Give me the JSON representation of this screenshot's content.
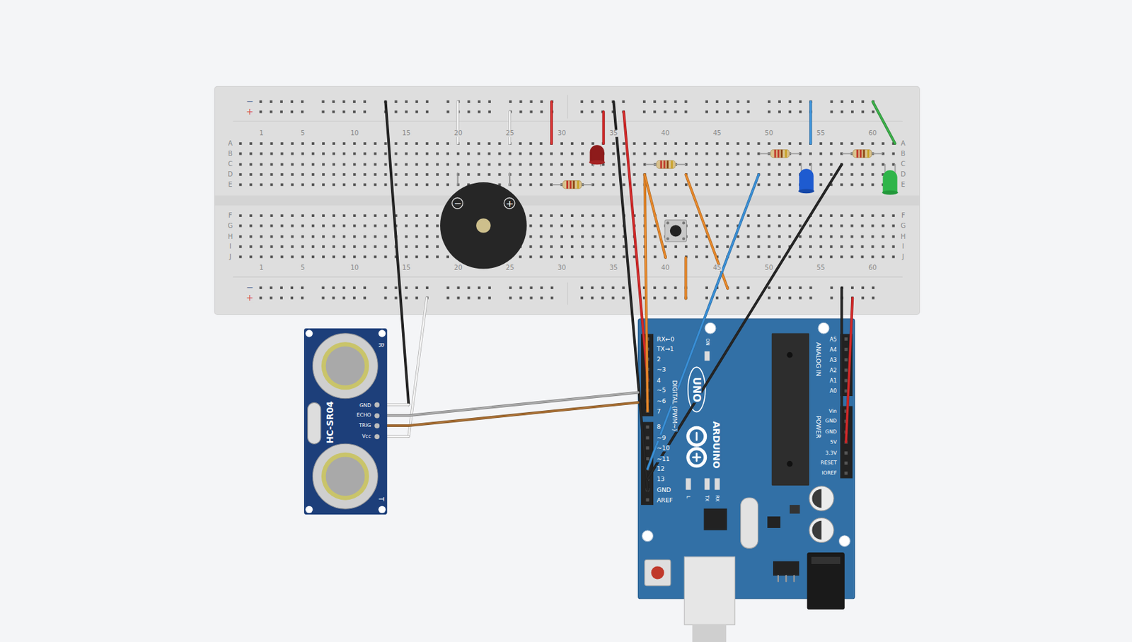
{
  "diagram": {
    "nodes": [
      {
        "text": [
          "−",
          "+"
        ]
      },
      {
        "text": [
          "HC-SR04",
          "GND",
          "ECHO",
          "TRIG",
          "Vcc",
          "T",
          "R"
        ]
      },
      {
        "text": [
          "RX←0",
          "TX→1",
          "2",
          "~3",
          "4",
          "~5",
          "~6",
          "7",
          "8",
          "~9",
          "~10",
          "~11",
          "12",
          "13",
          "GND",
          "AREF",
          "DIGITAL (PWM~)",
          "ON",
          "UNO",
          "ARDUINO",
          "L",
          "TX",
          "RX",
          "ANALOG IN",
          "A5",
          "A4",
          "A3",
          "A2",
          "A1",
          "A0",
          "POWER",
          "Vin",
          "GND",
          "GND",
          "5V",
          "3.3V",
          "RESET",
          "IOREF"
        ]
      }
    ],
    "edges": [
      {
        "from": 1,
        "to": 2,
        "arrow": "none"
      },
      {
        "from": 1,
        "to": 2,
        "arrow": "none"
      }
    ],
    "labels": [
      "−",
      "+",
      "1",
      "5",
      "10",
      "15",
      "20",
      "25",
      "30",
      "35",
      "40",
      "45",
      "50",
      "55",
      "60",
      "A",
      "B",
      "C",
      "D",
      "E",
      "F",
      "G",
      "H",
      "I",
      "J",
      "A",
      "B",
      "C",
      "D",
      "E",
      "F",
      "G",
      "H",
      "I",
      "J",
      "1",
      "5",
      "10",
      "15",
      "20",
      "25",
      "30",
      "35",
      "40",
      "45",
      "50",
      "55",
      "60",
      "−",
      "+"
    ]
  }
}
